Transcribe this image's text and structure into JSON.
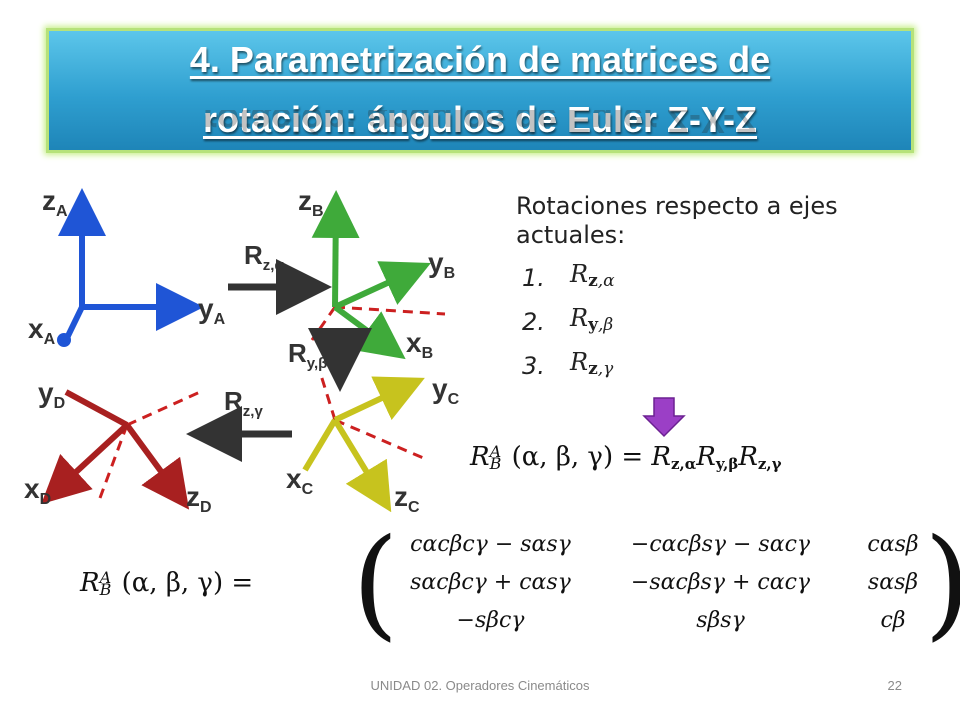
{
  "title": {
    "line1": "4. Parametrización de matrices de",
    "line2": "rotación: ángulos de Euler Z-Y-Z"
  },
  "diagram": {
    "frame_a": {
      "z": "z",
      "y": "y",
      "x": "x",
      "sub": "A"
    },
    "frame_b": {
      "z": "z",
      "y": "y",
      "x": "x",
      "sub": "B"
    },
    "frame_c": {
      "z": "z",
      "y": "y",
      "x": "x",
      "sub": "C"
    },
    "frame_d": {
      "z": "z",
      "y": "y",
      "x": "x",
      "sub": "D"
    },
    "rot1": {
      "r": "R",
      "sub": "z,α"
    },
    "rot2": {
      "r": "R",
      "sub": "y,β"
    },
    "rot3": {
      "r": "R",
      "sub": "z,γ"
    },
    "colors": {
      "a": "#1f55d6",
      "b": "#3faa3a",
      "c": "#c7c31e",
      "d": "#a82020",
      "dash": "#cc2020"
    }
  },
  "bullets": {
    "heading": "Rotaciones respecto a ejes actuales:",
    "items": [
      {
        "num": "1.",
        "r": "R",
        "axis": "z",
        "angle": ",α"
      },
      {
        "num": "2.",
        "r": "R",
        "axis": "y",
        "angle": ",β"
      },
      {
        "num": "3.",
        "r": "R",
        "axis": "z",
        "angle": ",γ"
      }
    ],
    "arrow_color": "#9b3fc6"
  },
  "formula1": {
    "lhs": "R",
    "lhs_sup": "A",
    "lhs_sub": "B",
    "args": "(α, β, γ) =",
    "rhs": [
      {
        "r": "R",
        "sub": "z,α"
      },
      {
        "r": "R",
        "sub": "y,β"
      },
      {
        "r": "R",
        "sub": "z,γ"
      }
    ]
  },
  "formula2": {
    "lhs": "R",
    "lhs_sup": "A",
    "lhs_sub": "B",
    "args": "(α, β, γ) =",
    "rows": [
      [
        "cαcβcγ − sαsγ",
        "−cαcβsγ − sαcγ",
        "cαsβ"
      ],
      [
        "sαcβcγ + cαsγ",
        "−sαcβsγ + cαcγ",
        "sαsβ"
      ],
      [
        "−sβcγ",
        "sβsγ",
        "cβ"
      ]
    ]
  },
  "footer": {
    "center": "UNIDAD 02. Operadores Cinemáticos",
    "page": "22"
  }
}
